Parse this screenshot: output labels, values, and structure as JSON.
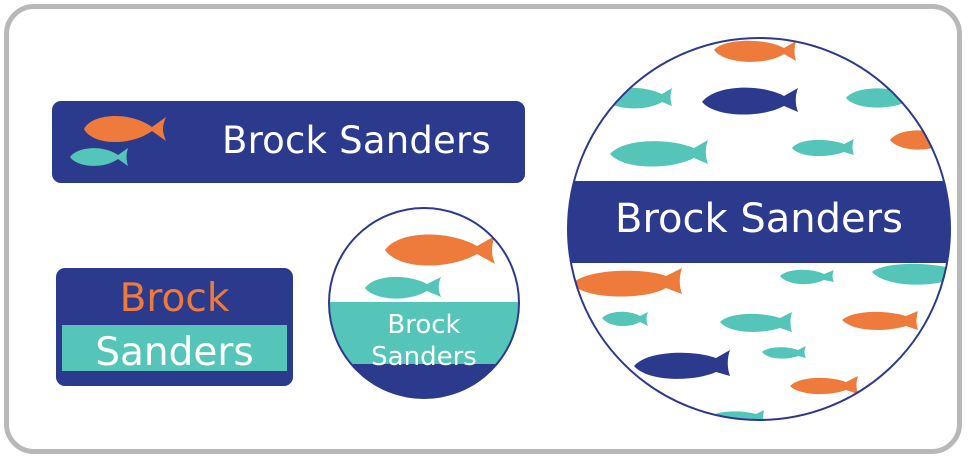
{
  "name": "Brock Sanders",
  "first_name": "Brock",
  "last_name": "Sanders",
  "colors": {
    "navy": "#2c3a8e",
    "orange": "#ee7a3c",
    "teal": "#55c5ba",
    "white": "#ffffff",
    "frame": "#b8b8b8"
  },
  "labels": [
    {
      "shape": "rounded-rectangle",
      "style": "navy background, two fish icons, white name"
    },
    {
      "shape": "rounded-rectangle",
      "style": "navy top with orange first name, teal band with white last name"
    },
    {
      "shape": "small-circle",
      "style": "fish on top, teal band with name"
    },
    {
      "shape": "large-circle",
      "style": "fish pattern with navy band and white name"
    }
  ]
}
